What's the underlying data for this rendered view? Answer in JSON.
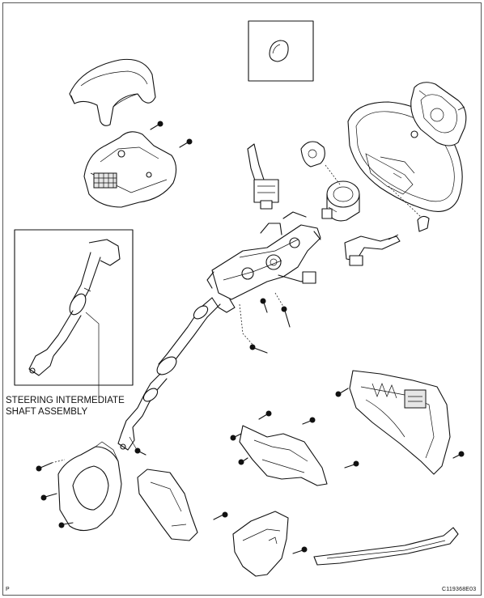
{
  "callout": {
    "line1": "STEERING INTERMEDIATE",
    "line2": "SHAFT ASSEMBLY"
  },
  "corner_mark": "P",
  "figure_code": "C119368E03"
}
